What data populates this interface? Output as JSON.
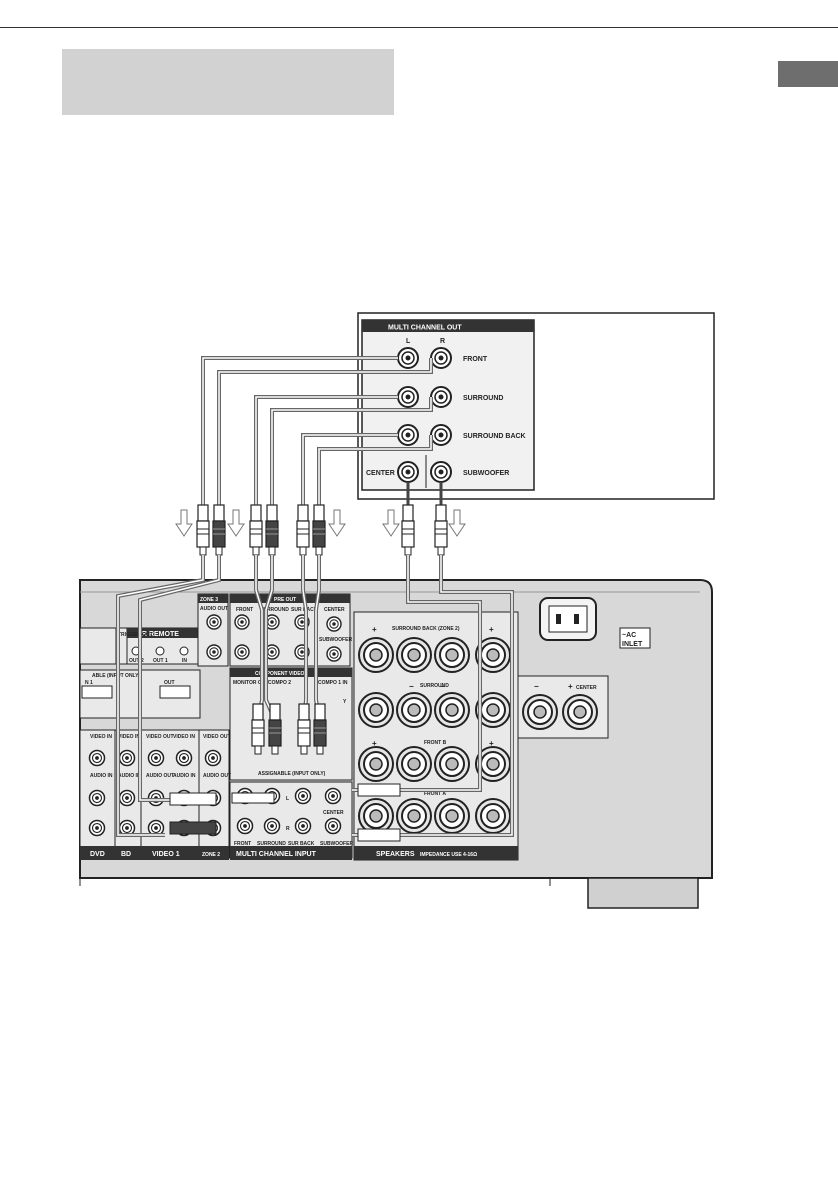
{
  "title_box": {
    "text": ""
  },
  "multi_channel_out": {
    "heading": "MULTI CHANNEL OUT",
    "col_L": "L",
    "col_R": "R",
    "rows": [
      "FRONT",
      "SURROUND",
      "SURROUND BACK",
      "SUBWOOFER"
    ],
    "center": "CENTER"
  },
  "receiver": {
    "zone3": "ZONE 3",
    "audio_out": "AUDIO OUT",
    "trigger_out": "TRIGGER OUT",
    "ir_remote": "IR REMOTE",
    "ir_out2": "OUT 2",
    "ir_out1": "OUT 1",
    "ir_in": "IN",
    "pre_out": "PRE OUT",
    "pre_front": "FRONT",
    "pre_surround": "SURROUND",
    "pre_sur_back": "SUR BACK",
    "pre_center": "CENTER",
    "pre_subwoofer": "SUBWOOFER",
    "assignable_input_only": "ABLE (INPUT ONLY)",
    "hdmi_out": "OUT",
    "hdmi_in1": "N 1",
    "component_video": "COMPONENT VIDEO",
    "monitor_out": "MONITOR OUT",
    "compo2": "COMPO 2",
    "compo1": "COMPO 1 IN",
    "compo_y": "Y",
    "assignable2": "ASSIGNABLE (INPUT ONLY)",
    "video_in": "VIDEO IN",
    "video_out": "VIDEO OUT",
    "audio_in": "AUDIO IN",
    "audio_out2": "AUDIO OUT",
    "dvd": "DVD",
    "bd": "BD",
    "video1": "VIDEO 1",
    "zone2": "ZONE 2",
    "mci_front": "FRONT",
    "mci_surround": "SURROUND",
    "mci_sur_back": "SUR BACK",
    "mci_center": "CENTER",
    "mci_subwoofer": "SUBWOOFER",
    "multi_channel_input": "MULTI CHANNEL INPUT",
    "speakers": "SPEAKERS",
    "impedance": "IMPEDANCE USE 4-16Ω",
    "surround_back_zone2": "SURROUND BACK (ZONE 2)",
    "surround": "SURROUND",
    "front_b": "FRONT B",
    "front_a": "FRONT A",
    "center": "CENTER",
    "ac_inlet_1": "~AC",
    "ac_inlet_2": "INLET",
    "plus": "+",
    "minus": "−",
    "r": "R",
    "l": "L"
  }
}
